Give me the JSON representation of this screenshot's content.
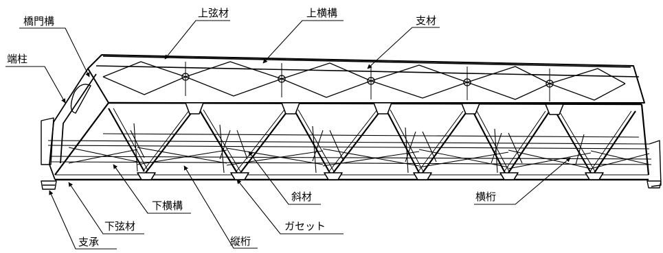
{
  "labels": {
    "portal_bracing": "橋門構",
    "top_chord": "上弦材",
    "top_lateral": "上横構",
    "strut": "支材",
    "end_post": "端柱",
    "diagonal": "斜材",
    "floor_beam": "横桁",
    "bottom_lateral": "下横構",
    "gusset": "ガセット",
    "bottom_chord": "下弦材",
    "stringer": "縦桁",
    "bearing": "支承"
  }
}
